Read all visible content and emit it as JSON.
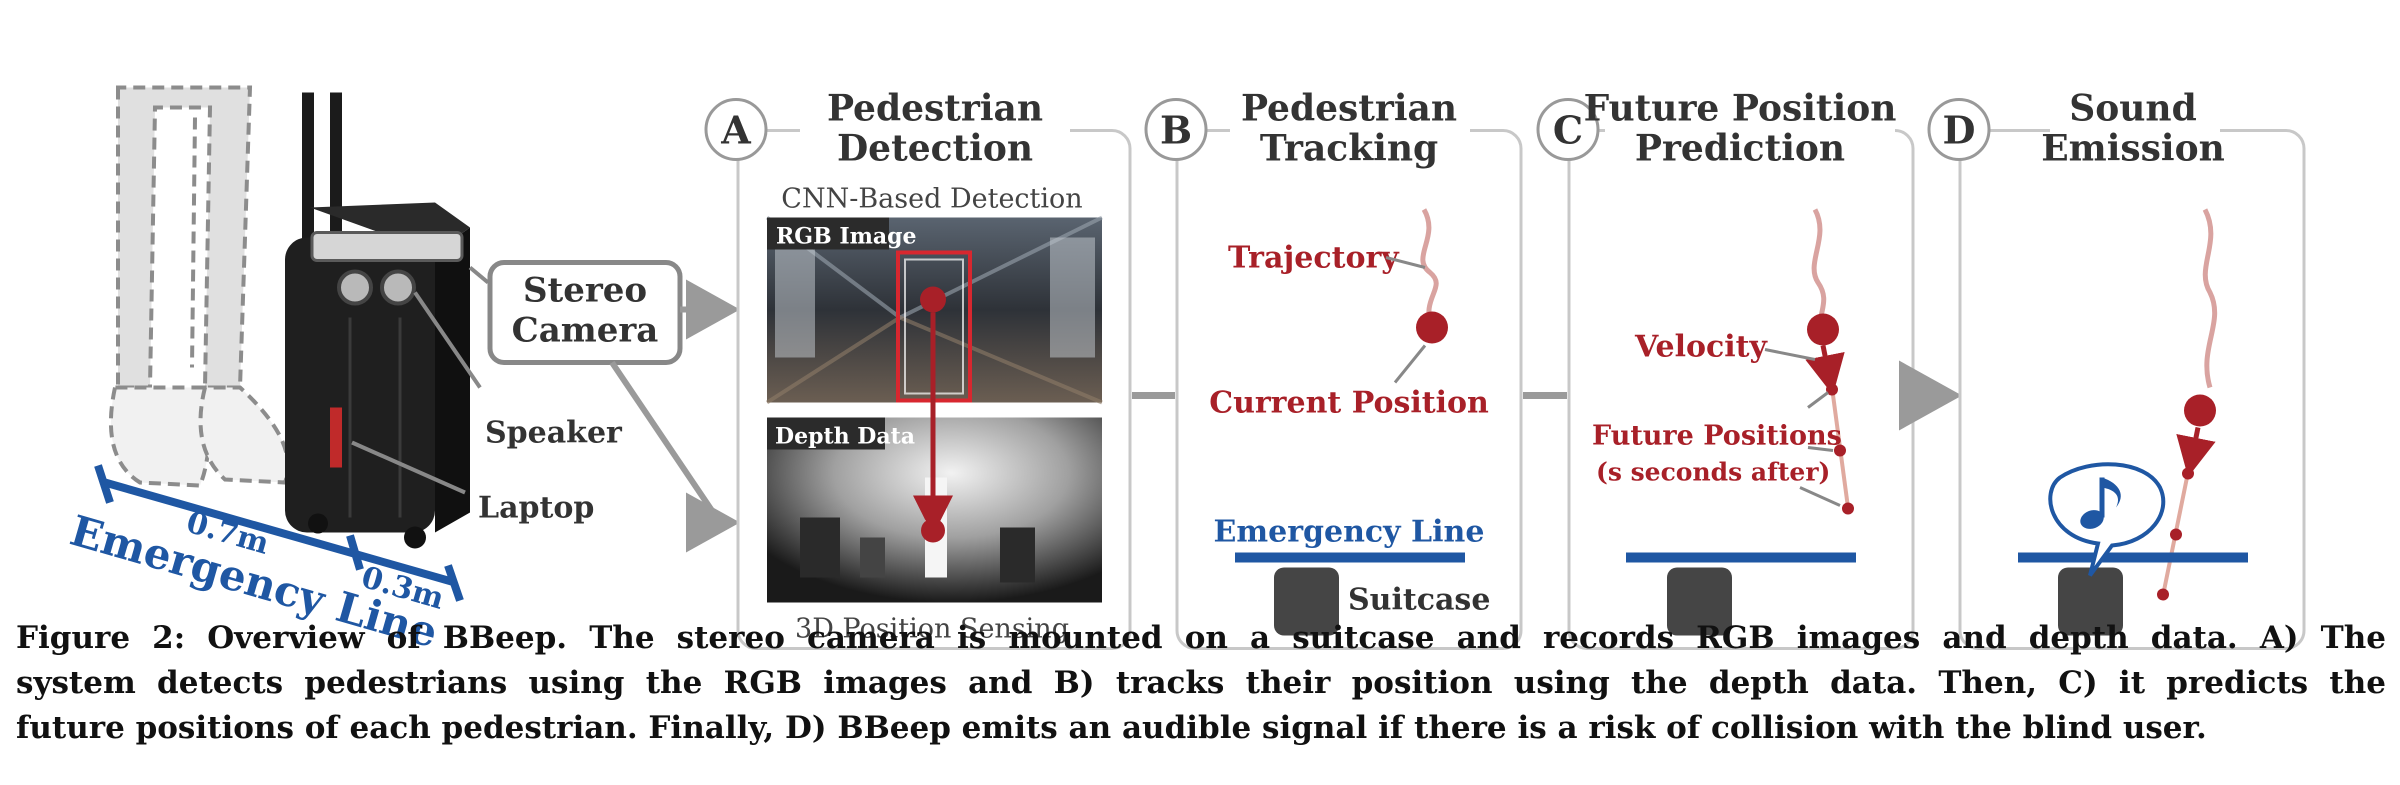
{
  "colors": {
    "accent_red": "#a82028",
    "accent_blue": "#1f57a3",
    "panel_border": "#c8c8c8",
    "arrow_gray": "#9a9a9a",
    "trajectory_pink": "#d9a3a0"
  },
  "suitcase_photo": {
    "stereo_camera_label_line1": "Stereo",
    "stereo_camera_label_line2": "Camera",
    "speaker_label": "Speaker",
    "laptop_label": "Laptop",
    "distance_near": "0.7m",
    "distance_far": "0.3m",
    "emergency_line_label": "Emergency Line"
  },
  "panels": [
    {
      "letter": "A",
      "title_line1": "Pedestrian",
      "title_line2": "Detection",
      "top_caption": "CNN-Based Detection",
      "rgb_tag": "RGB Image",
      "depth_tag": "Depth Data",
      "bottom_caption": "3D Position Sensing"
    },
    {
      "letter": "B",
      "title_line1": "Pedestrian",
      "title_line2": "Tracking",
      "trajectory_label": "Trajectory",
      "current_position_label": "Current Position",
      "emergency_line_label": "Emergency Line",
      "suitcase_label": "Suitcase"
    },
    {
      "letter": "C",
      "title_line1": "Future Position",
      "title_line2": "Prediction",
      "velocity_label": "Velocity",
      "future_positions_label": "Future Positions",
      "future_positions_sub": "(s seconds after)"
    },
    {
      "letter": "D",
      "title_line1": "Sound",
      "title_line2": "Emission",
      "sound_icon": "music-note-icon"
    }
  ],
  "caption": {
    "line1": "Figure 2: Overview of BBeep. The stereo camera is mounted on a suitcase and records RGB images and depth data. A) The",
    "line2": "system detects pedestrians using the RGB images and B) tracks their position using the depth data. Then, C) it predicts the",
    "line3": "future positions of each pedestrian. Finally, D) BBeep emits an audible signal if there is a risk of collision with the blind user."
  }
}
